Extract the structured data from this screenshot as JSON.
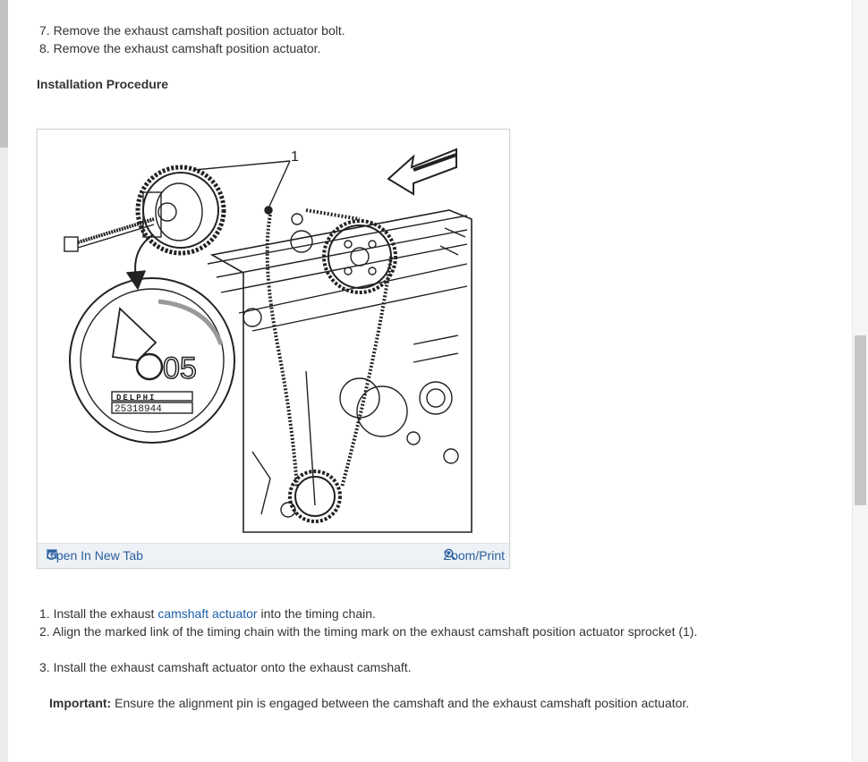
{
  "removal_steps": [
    "7. Remove the exhaust camshaft position actuator bolt.",
    "8. Remove the exhaust camshaft position actuator."
  ],
  "installation_heading": "Installation Procedure",
  "figure": {
    "callout": "1",
    "part_marking": "05",
    "brand": "DELPHI",
    "part_number": "25318944",
    "open_in_new_tab": "Open In New Tab",
    "zoom_print": "Zoom/Print"
  },
  "install_steps": {
    "step1_prefix": "1. Install the exhaust ",
    "step1_link": "camshaft actuator",
    "step1_suffix": " into the timing chain.",
    "step2": "2. Align the marked link of the timing chain with the timing mark on the exhaust camshaft position actuator sprocket (1).",
    "step3": "3. Install the exhaust camshaft actuator onto the exhaust camshaft."
  },
  "important": {
    "label": "Important:",
    "text": " Ensure the alignment pin is engaged between the camshaft and the exhaust camshaft position actuator."
  },
  "colors": {
    "link": "#1a5fa8",
    "toolbar": "#eef1f6"
  }
}
